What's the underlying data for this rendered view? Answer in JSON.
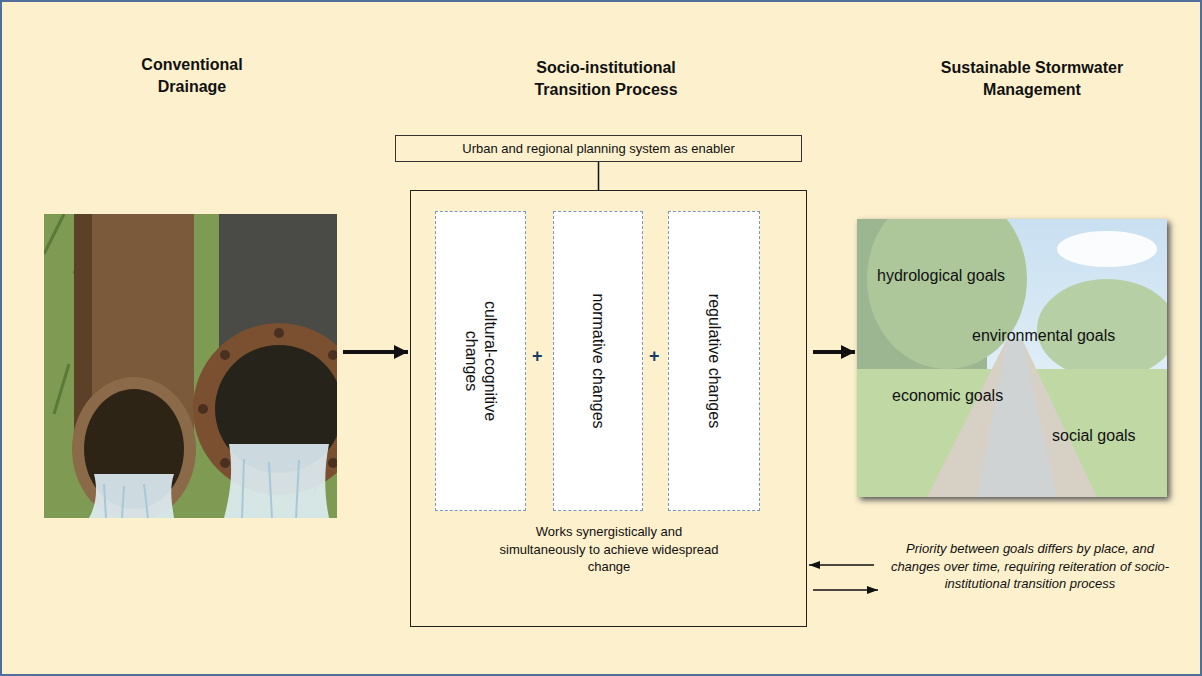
{
  "diagram": {
    "nodes": [
      {
        "text": [
          "Conventional Drainage"
        ]
      },
      {
        "text": [
          "Urban and regional planning system as enabler"
        ]
      },
      {
        "text": [
          "Works synergistically and simultaneously to achieve widespread change"
        ]
      },
      {
        "text": [
          "cultural-cognitive changes"
        ],
        "in": 2
      },
      {
        "text": [
          "normative changes"
        ],
        "in": 2
      },
      {
        "text": [
          "regulative changes"
        ],
        "in": 2
      },
      {
        "text": [
          "Sustainable Stormwater Management",
          "hydrological goals",
          "environmental goals",
          "economic goals",
          "social goals"
        ]
      },
      {
        "text": [
          "Priority between goals differs by place, and changes over time, requiring reiteration of socio-institutional transition process"
        ]
      }
    ],
    "edges": [
      {
        "from": 0,
        "to": 2,
        "arrow": "to"
      },
      {
        "from": 2,
        "to": 6,
        "arrow": "to"
      },
      {
        "from": 1,
        "to": 2,
        "arrow": "none"
      },
      {
        "from": 7,
        "to": 2,
        "arrow": "to"
      },
      {
        "from": 2,
        "to": 7,
        "arrow": "to"
      }
    ],
    "labels": [
      "Socio-institutional Transition Process",
      "+",
      "+"
    ]
  }
}
